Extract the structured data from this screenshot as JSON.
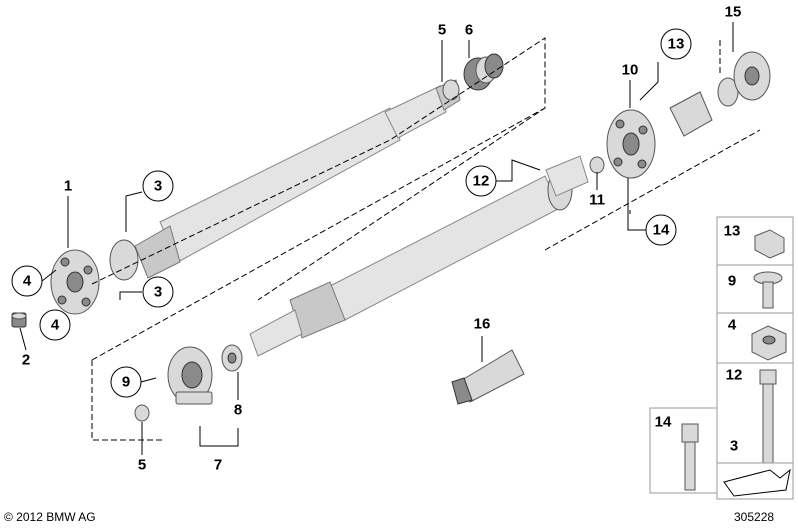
{
  "callouts": {
    "c1": "1",
    "c2": "2",
    "c3a": "3",
    "c3b": "3",
    "c4a": "4",
    "c4b": "4",
    "c5a": "5",
    "c5b": "5",
    "c6": "6",
    "c7": "7",
    "c8": "8",
    "c9": "9",
    "c10": "10",
    "c11": "11",
    "c12": "12",
    "c13": "13",
    "c14": "14",
    "c15": "15",
    "c16": "16"
  },
  "legend": {
    "items": [
      "13",
      "9",
      "4",
      "12",
      "3",
      "14"
    ]
  },
  "footer": {
    "copyright": "© 2012 BMW AG",
    "diagram_number": "305228"
  }
}
